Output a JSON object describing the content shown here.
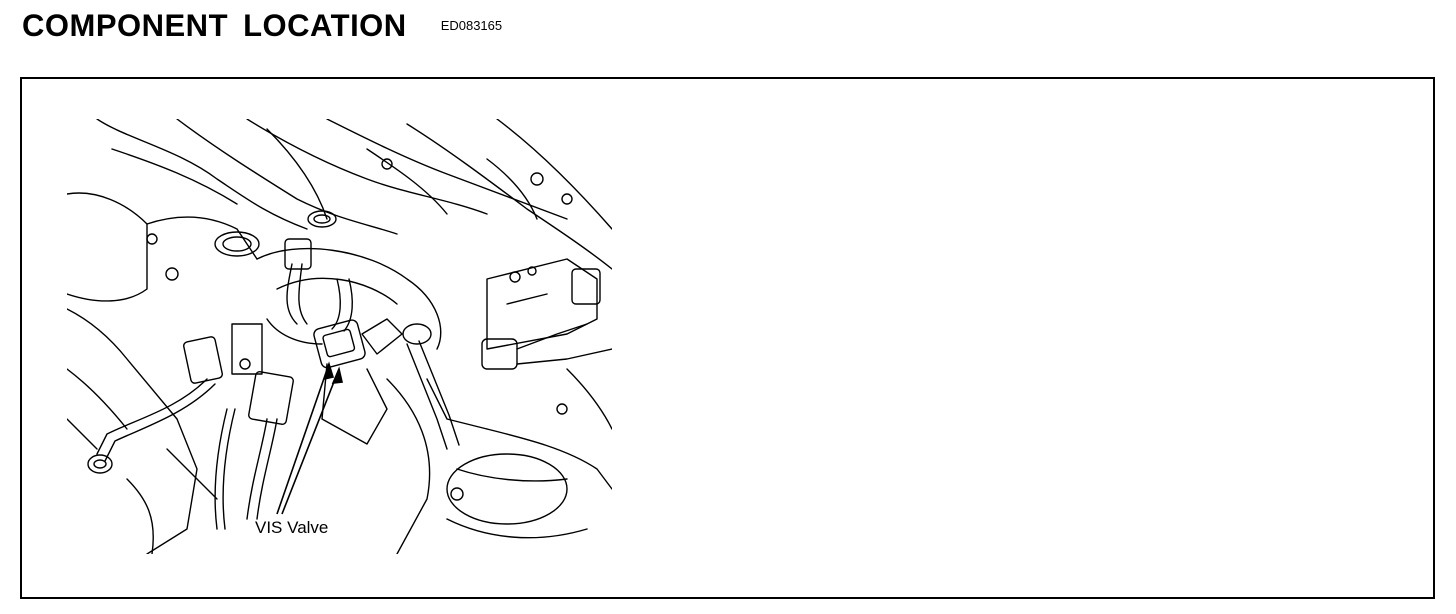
{
  "header": {
    "title": "COMPONENT LOCATION",
    "code": "ED083165"
  },
  "figure": {
    "callout_label": "VIS Valve"
  }
}
